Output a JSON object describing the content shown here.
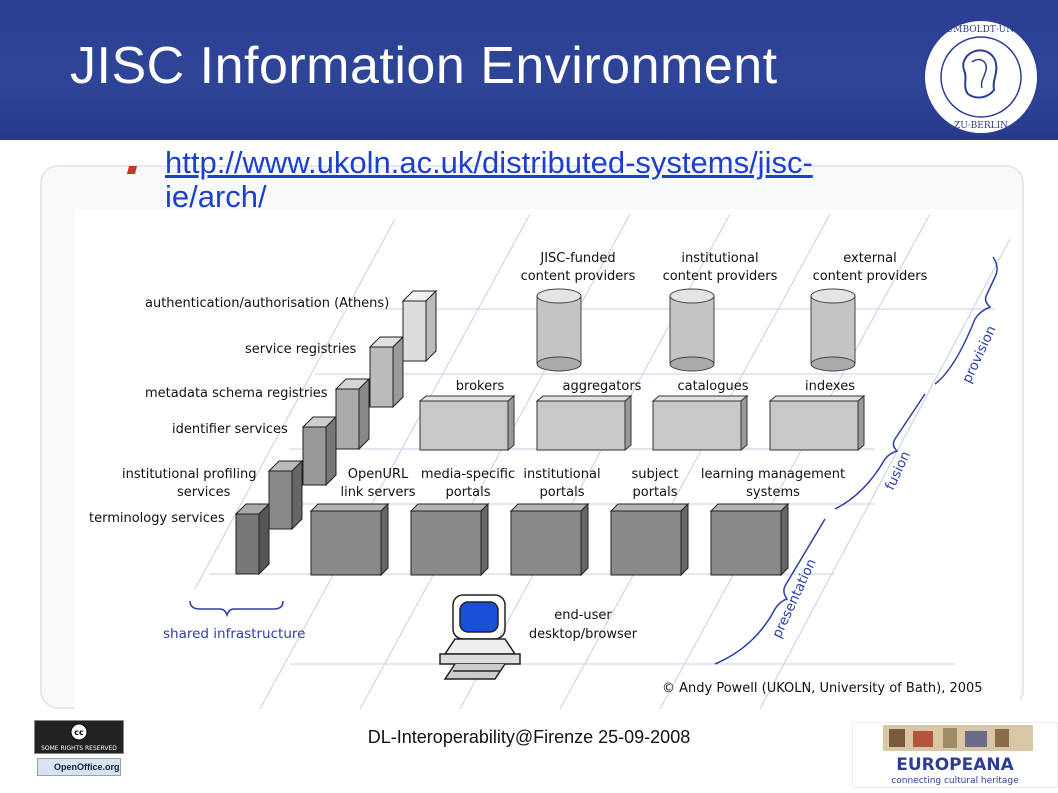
{
  "slide": {
    "title": "JISC Information Environment",
    "link_text": "http://www.ukoln.ac.uk/distributed-systems/jisc-ie/arch/",
    "footer": "DL-Interoperability@Firenze 25-09-2008",
    "seal_text": "HUMBOLDT-UNIVERSITÄT ZU BERLIN",
    "cc_label": "SOME RIGHTS RESERVED",
    "oo_label": "OpenOffice.org",
    "europeana_name": "EUROPEANA",
    "europeana_tagline": "connecting cultural heritage",
    "colors": {
      "header": "#2c3f93",
      "link": "#1d3fd0",
      "bullet": "#c0392b",
      "diagram_label": "#2c3fa8"
    }
  },
  "diagram": {
    "content_providers": [
      {
        "line1": "JISC-funded",
        "line2": "content providers"
      },
      {
        "line1": "institutional",
        "line2": "content providers"
      },
      {
        "line1": "external",
        "line2": "content providers"
      }
    ],
    "fusion": [
      "brokers",
      "aggregators",
      "catalogues",
      "indexes"
    ],
    "presentation": [
      {
        "line1": "OpenURL",
        "line2": "link servers"
      },
      {
        "line1": "media-specific",
        "line2": "portals"
      },
      {
        "line1": "institutional",
        "line2": "portals"
      },
      {
        "line1": "subject",
        "line2": "portals"
      },
      {
        "line1": "learning management",
        "line2": "systems"
      }
    ],
    "shared_services": {
      "authentication": "authentication/authorisation (Athens)",
      "service_registries": "service registries",
      "metadata_registries": "metadata schema registries",
      "identifier": "identifier services",
      "profiling_1": "institutional profiling",
      "profiling_2": "services",
      "terminology": "terminology services"
    },
    "layers": {
      "provision": "provision",
      "fusion": "fusion",
      "presentation": "presentation",
      "shared": "shared infrastructure"
    },
    "end_user": {
      "line1": "end-user",
      "line2": "desktop/browser"
    },
    "credit": "© Andy Powell (UKOLN, University of Bath), 2005"
  }
}
